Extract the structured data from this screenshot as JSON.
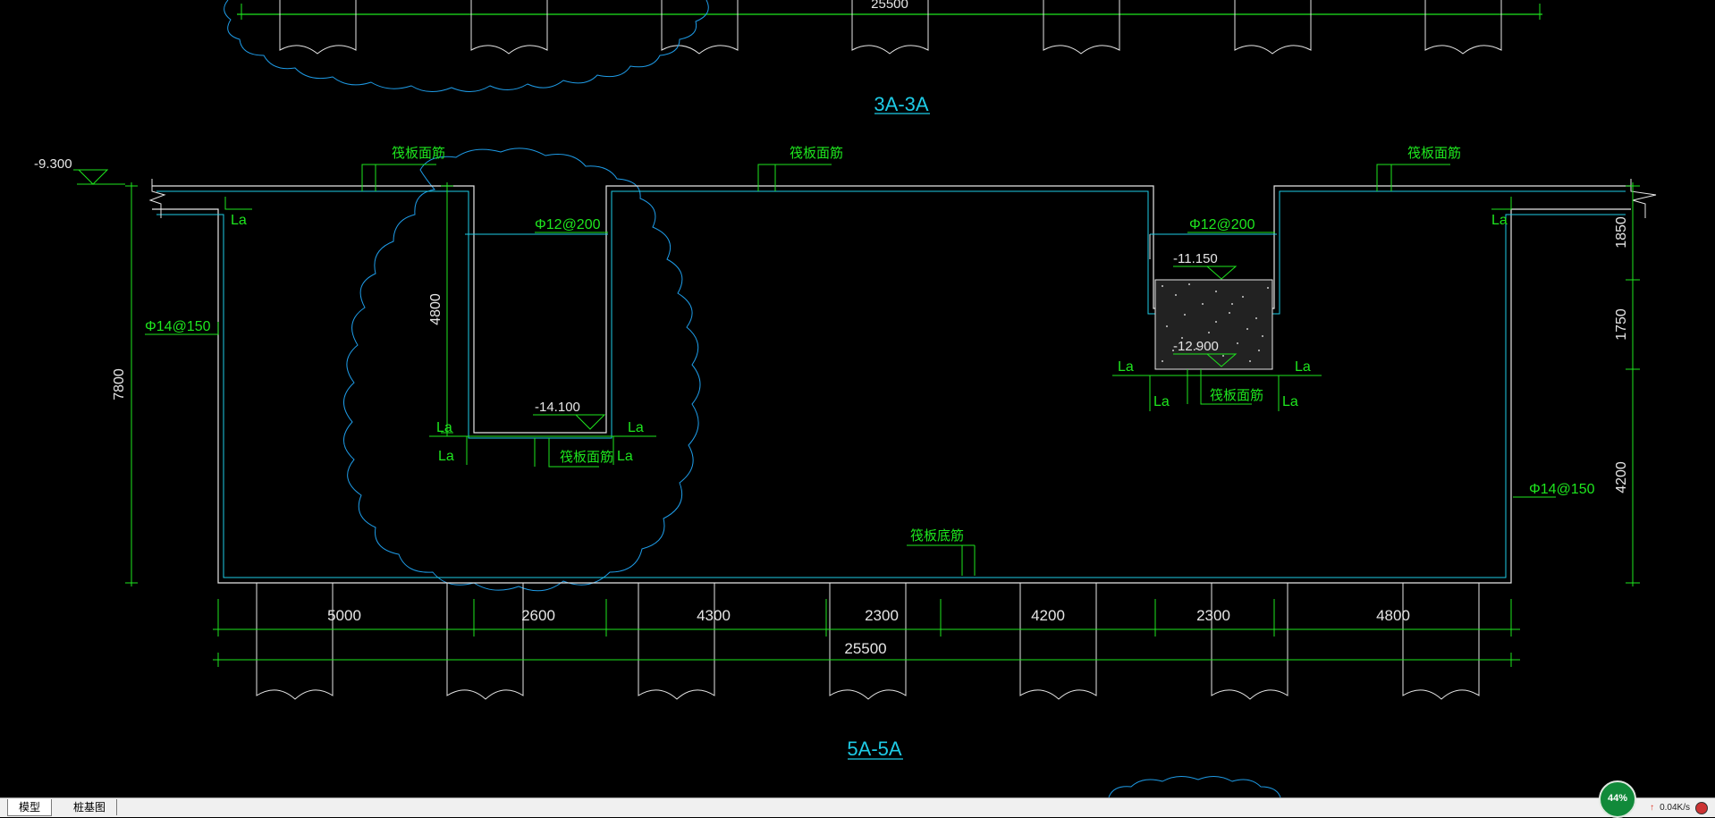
{
  "tabs": [
    {
      "label": "模型",
      "active": true
    },
    {
      "label": "桩基图",
      "active": false
    }
  ],
  "status": {
    "percent": "44%",
    "net_speed": "0.04K/s",
    "net_arrow": "↑"
  },
  "drawing": {
    "section_top_title": "3A-3A",
    "section_top_dim": "25500",
    "section_main_title": "5A-5A",
    "elev_left": "-9.300",
    "elev_pit_right_top": "-11.150",
    "elev_pit_right_bottom": "-12.900",
    "elev_pit_left": "-14.100",
    "rebar_left_wall": "Φ14@150",
    "rebar_right_wall": "Φ14@150",
    "rebar_pit_left": "Φ12@200",
    "rebar_pit_right": "Φ12@200",
    "raft_top_bar_1": "筏板面筋",
    "raft_top_bar_2": "筏板面筋",
    "raft_top_bar_3": "筏板面筋",
    "raft_top_bar_pit_left": "筏板面筋",
    "raft_top_bar_pit_right": "筏板面筋",
    "raft_bottom_bar": "筏板底筋",
    "anchor_label": "La",
    "dim_height_total": "7800",
    "dim_pit_depth": "4800",
    "dim_right_1": "1850",
    "dim_right_2": "1750",
    "dim_right_3": "4200",
    "bottom_dims": [
      "5000",
      "2600",
      "4300",
      "2300",
      "4200",
      "2300",
      "4800"
    ],
    "dim_total": "25500"
  },
  "colors": {
    "background": "#000000",
    "dimension": "#1ee61e",
    "structure": "#e6e6e6",
    "revcloud": "#1e9be6",
    "title": "#1ecbe6"
  }
}
